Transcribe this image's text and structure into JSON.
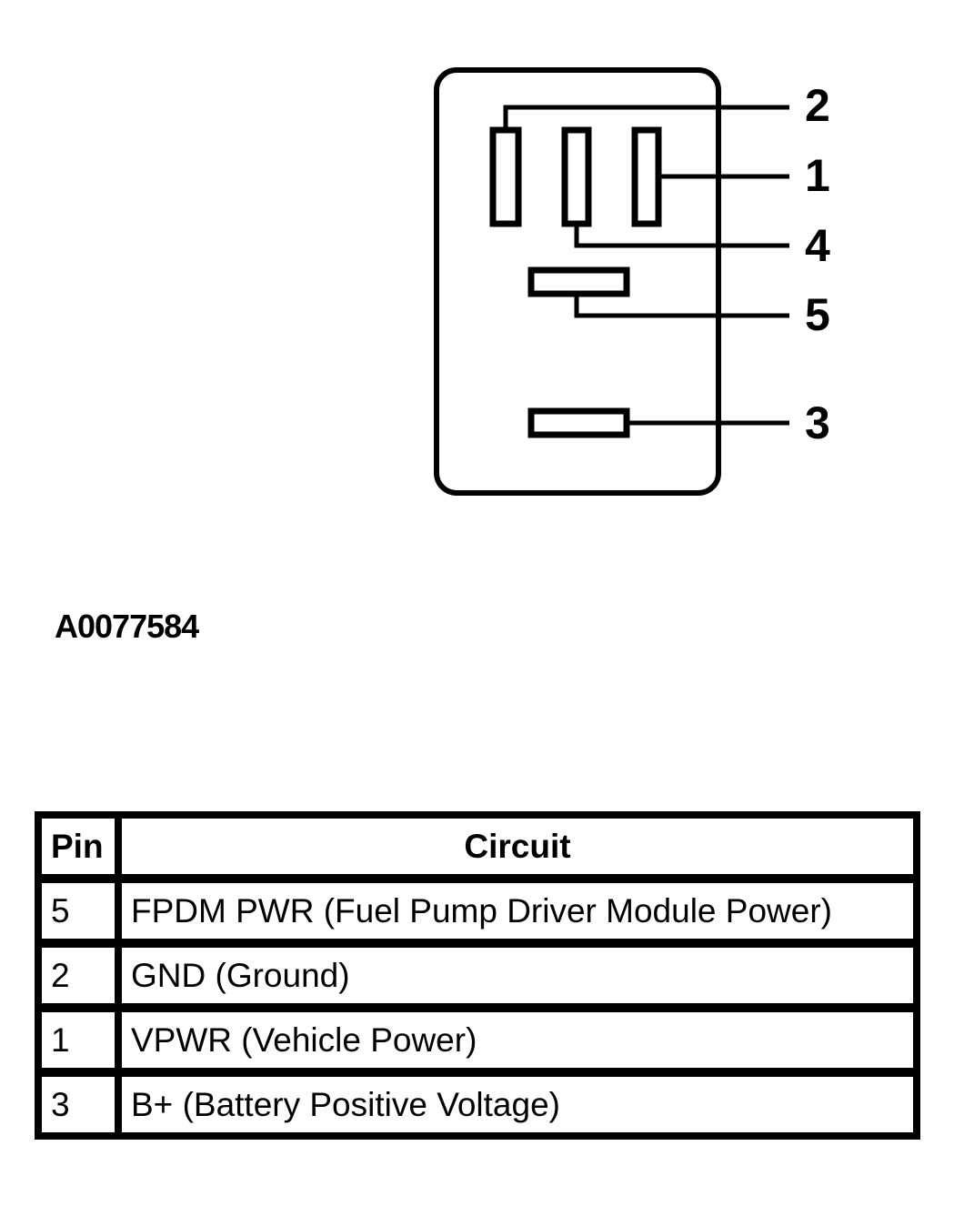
{
  "connector": {
    "pins": [
      {
        "number": "2"
      },
      {
        "number": "1"
      },
      {
        "number": "4"
      },
      {
        "number": "5"
      },
      {
        "number": "3"
      }
    ]
  },
  "figure_id": "A0077584",
  "table": {
    "headers": {
      "pin": "Pin",
      "circuit": "Circuit"
    },
    "rows": [
      {
        "pin": "5",
        "circuit": "FPDM PWR (Fuel Pump Driver Module Power)"
      },
      {
        "pin": "2",
        "circuit": "GND (Ground)"
      },
      {
        "pin": "1",
        "circuit": "VPWR (Vehicle Power)"
      },
      {
        "pin": "3",
        "circuit": "B+ (Battery Positive Voltage)"
      }
    ]
  }
}
